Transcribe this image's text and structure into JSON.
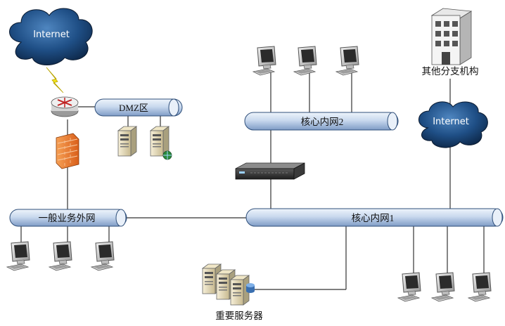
{
  "nodes": {
    "internet_top": "Internet",
    "internet_right": "Internet",
    "dmz": "DMZ区",
    "core2": "核心内网2",
    "core1": "核心内网1",
    "general": "一般业务外网",
    "branch": "其他分支机构",
    "servers": "重要服务器"
  }
}
